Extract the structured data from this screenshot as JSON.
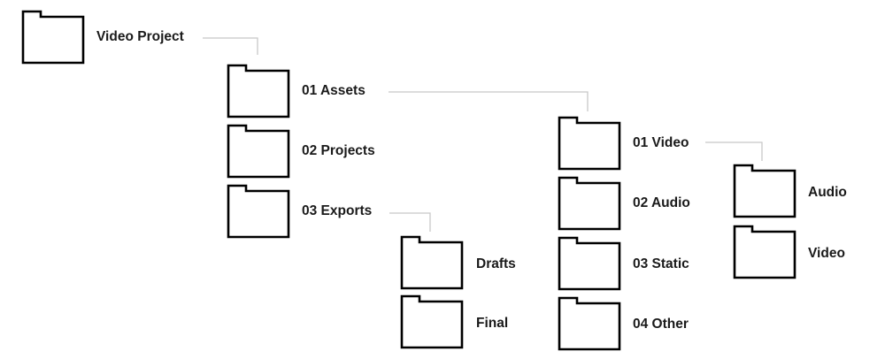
{
  "colors": {
    "folder_stroke": "#000000",
    "connector": "#c8c8c8",
    "text": "#1a1a1a"
  },
  "root": {
    "label": "Video Project",
    "children": [
      {
        "label": "01 Assets",
        "children": [
          {
            "label": "01 Video",
            "children": [
              {
                "label": "Audio"
              },
              {
                "label": "Video"
              }
            ]
          },
          {
            "label": "02 Audio"
          },
          {
            "label": "03 Static"
          },
          {
            "label": "04 Other"
          }
        ]
      },
      {
        "label": "02 Projects"
      },
      {
        "label": "03 Exports",
        "children": [
          {
            "label": "Drafts"
          },
          {
            "label": "Final"
          }
        ]
      }
    ]
  }
}
